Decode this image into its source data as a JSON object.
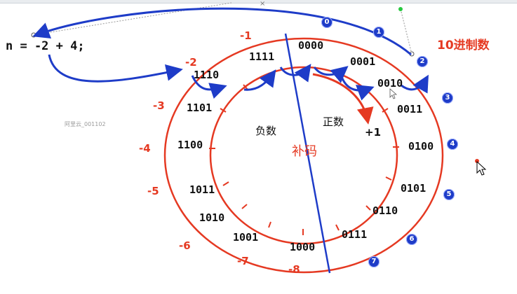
{
  "code_line": "n = -2 + 4;",
  "decimal_title": "10进制数",
  "watermark": "阿里云_001102",
  "section_labels": {
    "negative": "负数",
    "positive": "正数",
    "complement": "补码",
    "plus_one": "+1"
  },
  "binary_codes": [
    "0000",
    "0001",
    "0010",
    "0011",
    "0100",
    "0101",
    "0110",
    "0111",
    "1000",
    "1001",
    "1010",
    "1011",
    "1100",
    "1101",
    "1110",
    "1111"
  ],
  "negative_numbers": [
    "-1",
    "-2",
    "-3",
    "-4",
    "-5",
    "-6",
    "-7",
    "-8"
  ],
  "positive_numbers": [
    "0",
    "1",
    "2",
    "3",
    "4",
    "5",
    "6",
    "7"
  ],
  "colors": {
    "ring": "#e53922",
    "arrow": "#1e3cc8",
    "badge": "#1e3cc8",
    "divider": "#1e3cc8",
    "text": "#111111"
  },
  "window_close_glyph": "×"
}
